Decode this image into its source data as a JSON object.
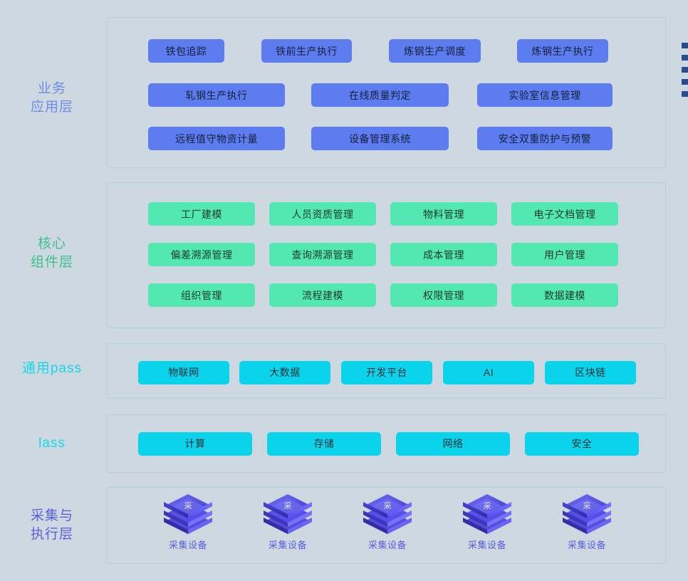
{
  "diagram": {
    "background_color": "#ced8e1",
    "panel_border_color": "#aed3d8"
  },
  "layers": [
    {
      "id": "business",
      "label": "业务\n应用层",
      "label_color": "#6f8ce8",
      "chip_color": "#5c7cf0",
      "rows": [
        [
          {
            "label": "铁包追踪",
            "width": 107
          },
          {
            "label": "铁前生产执行",
            "width": 127
          },
          {
            "label": "炼钢生产调度",
            "width": 129
          },
          {
            "label": "炼钢生产执行",
            "width": 128
          }
        ],
        [
          {
            "label": "轧钢生产执行",
            "width": 192
          },
          {
            "label": "在线质量判定",
            "width": 193
          },
          {
            "label": "实验室信息管理",
            "width": 190
          }
        ],
        [
          {
            "label": "远程值守物资计量",
            "width": 192
          },
          {
            "label": "设备管理系统",
            "width": 193
          },
          {
            "label": "安全双重防护与预警",
            "width": 190
          }
        ]
      ]
    },
    {
      "id": "core",
      "label": "核心\n组件层",
      "label_color": "#3fbf8f",
      "chip_color": "#53e8b2",
      "rows": [
        [
          {
            "label": "工厂建模",
            "width": 150
          },
          {
            "label": "人员资质管理",
            "width": 150
          },
          {
            "label": "物料管理",
            "width": 150
          },
          {
            "label": "电子文档管理",
            "width": 150
          }
        ],
        [
          {
            "label": "偏差溯源管理",
            "width": 150
          },
          {
            "label": "查询溯源管理",
            "width": 150
          },
          {
            "label": "成本管理",
            "width": 150
          },
          {
            "label": "用户管理",
            "width": 150
          }
        ],
        [
          {
            "label": "组织管理",
            "width": 150
          },
          {
            "label": "流程建模",
            "width": 150
          },
          {
            "label": "权限管理",
            "width": 150
          },
          {
            "label": "数据建模",
            "width": 150
          }
        ]
      ]
    },
    {
      "id": "paas",
      "label": "通用pass",
      "label_color": "#16d6ea",
      "chip_color": "#0ad4ec",
      "rows": [
        [
          {
            "label": "物联网",
            "width": 128
          },
          {
            "label": "大数据",
            "width": 128
          },
          {
            "label": "开发平台",
            "width": 128
          },
          {
            "label": "AI",
            "width": 128
          },
          {
            "label": "区块链",
            "width": 128
          }
        ]
      ]
    },
    {
      "id": "iaas",
      "label": "lass",
      "label_color": "#16d6ea",
      "chip_color": "#0ad4ec",
      "rows": [
        [
          {
            "label": "计算",
            "width": 160
          },
          {
            "label": "存储",
            "width": 160
          },
          {
            "label": "网络",
            "width": 160
          },
          {
            "label": "安全",
            "width": 160
          }
        ]
      ]
    },
    {
      "id": "collect",
      "label": "采集与\n执行层",
      "label_color": "#5a5fe0",
      "devices": [
        {
          "caption": "采集设备",
          "icon": "collect-device-icon",
          "glyph": "采"
        },
        {
          "caption": "采集设备",
          "icon": "collect-device-icon",
          "glyph": "采"
        },
        {
          "caption": "采集设备",
          "icon": "collect-device-icon",
          "glyph": "采"
        },
        {
          "caption": "采集设备",
          "icon": "collect-device-icon",
          "glyph": "采"
        },
        {
          "caption": "采集设备",
          "icon": "collect-device-icon",
          "glyph": "采"
        }
      ]
    }
  ],
  "edge_markers": {
    "count": 5,
    "color": "#2b4b8f"
  }
}
